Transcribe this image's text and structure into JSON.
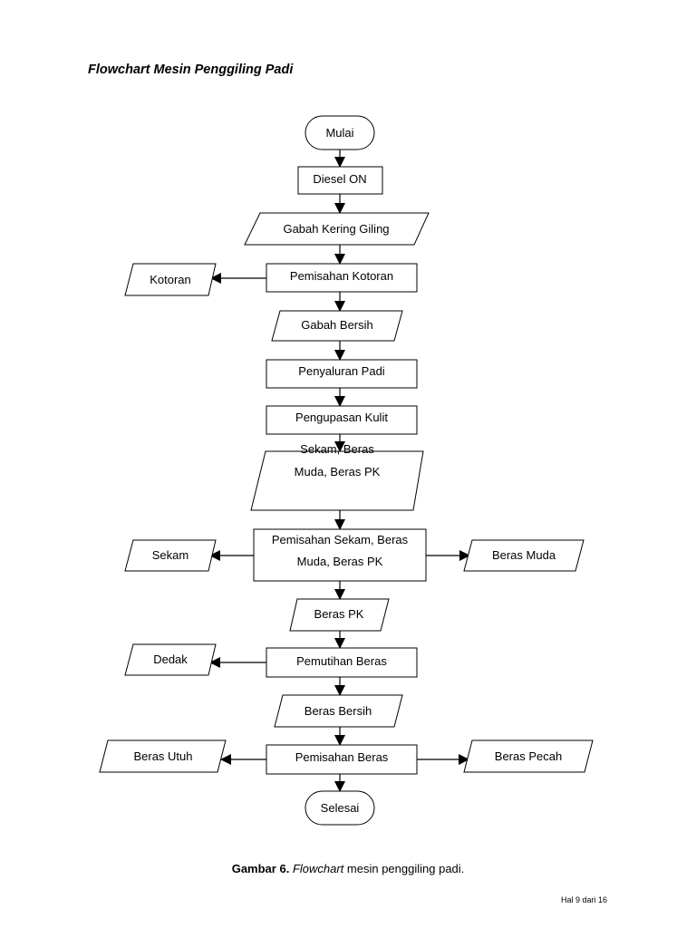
{
  "title": "Flowchart Mesin Penggiling Padi",
  "flowchart": {
    "start": "Mulai",
    "diesel": "Diesel ON",
    "gabah_kering": "Gabah Kering Giling",
    "pemisahan_kotoran": "Pemisahan Kotoran",
    "kotoran": "Kotoran",
    "gabah_bersih": "Gabah Bersih",
    "penyaluran_padi": "Penyaluran Padi",
    "pengupasan_kulit": "Pengupasan Kulit",
    "sekam_beras_line1": "Sekam, Beras",
    "sekam_beras_line2": "Muda, Beras PK",
    "pemisahan_sekam_line1": "Pemisahan Sekam, Beras",
    "pemisahan_sekam_line2": "Muda, Beras PK",
    "sekam": "Sekam",
    "beras_muda": "Beras Muda",
    "beras_pk": "Beras PK",
    "pemutihan_beras": "Pemutihan Beras",
    "dedak": "Dedak",
    "beras_bersih": "Beras Bersih",
    "pemisahan_beras": "Pemisahan Beras",
    "beras_utuh": "Beras Utuh",
    "beras_pecah": "Beras Pecah",
    "end": "Selesai"
  },
  "caption": {
    "label": "Gambar 6.",
    "italic": "Flowchart",
    "rest": " mesin penggiling padi."
  },
  "page_number": "Hal 9 dari 16"
}
